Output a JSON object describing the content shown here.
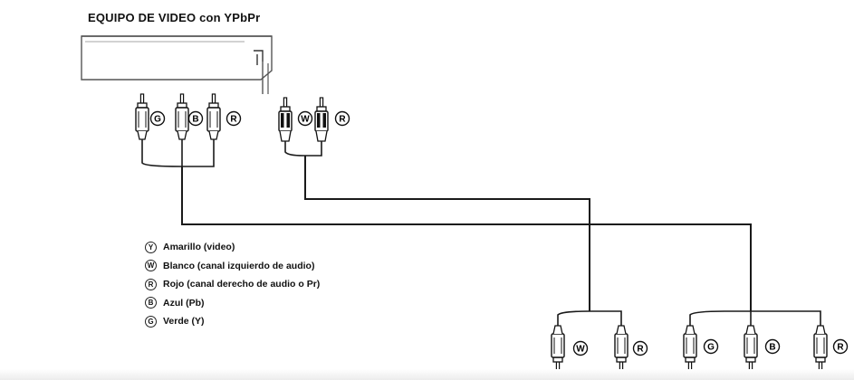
{
  "title": "EQUIPO DE VIDEO con YPbPr",
  "badges": {
    "source_video": [
      "G",
      "B",
      "R"
    ],
    "source_audio": [
      "W",
      "R"
    ],
    "dest_audio": [
      "W",
      "R"
    ],
    "dest_video": [
      "G",
      "B",
      "R"
    ]
  },
  "legend": [
    {
      "letter": "Y",
      "text": "Amarillo (video)"
    },
    {
      "letter": "W",
      "text": "Blanco (canal izquierdo de audio)"
    },
    {
      "letter": "R",
      "text": "Rojo (canal derecho de audio o Pr)"
    },
    {
      "letter": "B",
      "text": "Azul (Pb)"
    },
    {
      "letter": "G",
      "text": "Verde (Y)"
    }
  ],
  "colors": {
    "line": "#1a1a1a",
    "device_stroke": "#555555",
    "background": "#ffffff"
  }
}
